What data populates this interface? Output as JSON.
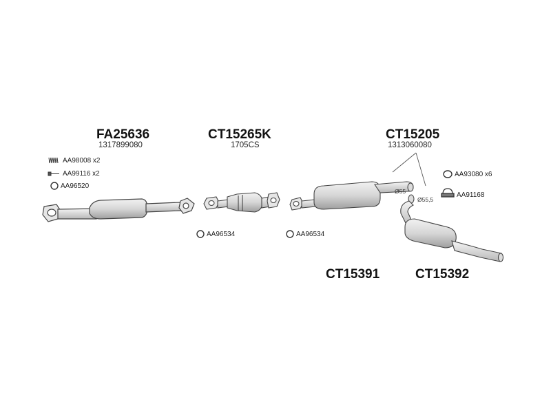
{
  "groups": {
    "fa25636": {
      "code": "FA25636",
      "number": "1317899080"
    },
    "ct15265k": {
      "code": "CT15265K",
      "number": "1705CS"
    },
    "ct15205": {
      "code": "CT15205",
      "number": "1313060080"
    },
    "ct15391": {
      "code": "CT15391"
    },
    "ct15392": {
      "code": "CT15392"
    }
  },
  "accessories": {
    "aa98008": "AA98008 x2",
    "aa99116": "AA99116 x2",
    "aa96520": "AA96520",
    "aa96534_a": "AA96534",
    "aa96534_b": "AA96534",
    "aa93080": "AA93080 x6",
    "aa91168": "AA91168"
  },
  "dimensions": {
    "d55": "Ø55",
    "d55_5": "Ø55,5"
  },
  "icons": {
    "spring": "spring-icon",
    "bolt": "bolt-icon",
    "ring": "gasket-ring-icon",
    "clamp": "clamp-icon"
  },
  "colors": {
    "part_stroke": "#444444",
    "part_fill": "#e4e4e4",
    "part_shade": "#bdbdbd"
  }
}
